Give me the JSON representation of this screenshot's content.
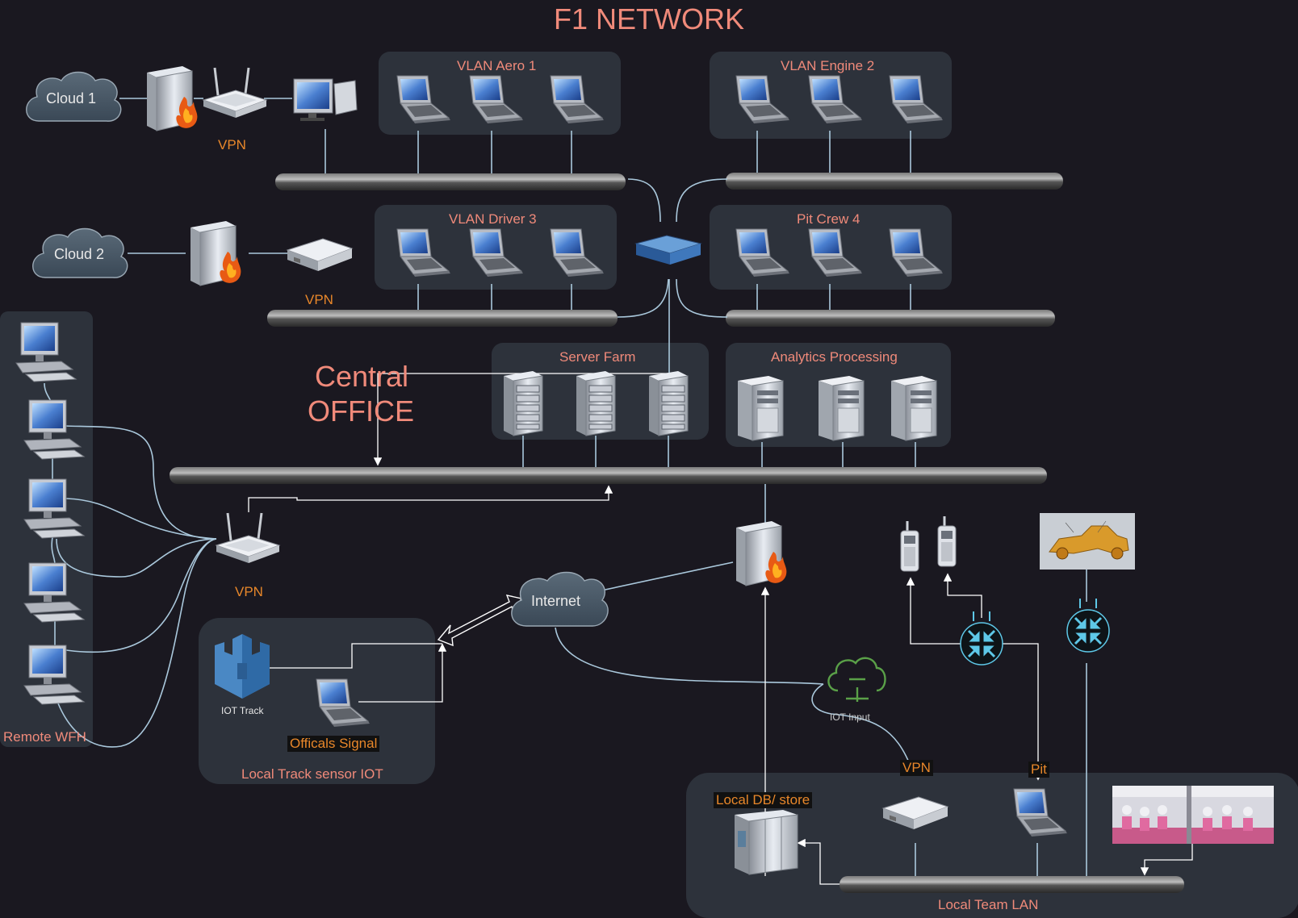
{
  "title": "F1 NETWORK",
  "central_office": [
    "Central",
    "OFFICE"
  ],
  "clouds": {
    "cloud1": "Cloud 1",
    "cloud2": "Cloud 2",
    "internet": "Internet"
  },
  "groups": {
    "vlan_aero": "VLAN Aero 1",
    "vlan_engine": "VLAN Engine 2",
    "vlan_driver": "VLAN Driver 3",
    "pit_crew": "Pit Crew 4",
    "server_farm": "Server Farm",
    "analytics": "Analytics Processing",
    "remote_wfh": "Remote WFH",
    "local_track": "Local Track sensor IOT",
    "local_team_lan": "Local Team LAN"
  },
  "labels": {
    "vpn": "VPN",
    "iot_track": "IOT Track",
    "officials_signal": "Officals Signal",
    "iot_input": "IOT Input",
    "local_db": "Local DB/ store",
    "pit": "Pit"
  },
  "colors": {
    "background": "#1a1820",
    "panel": "#2d323b",
    "title": "#f08a7a",
    "vpn_label": "#e8872a",
    "link": "#aac8dc",
    "router": "#5ec8e8",
    "iot": "#5aa048"
  }
}
